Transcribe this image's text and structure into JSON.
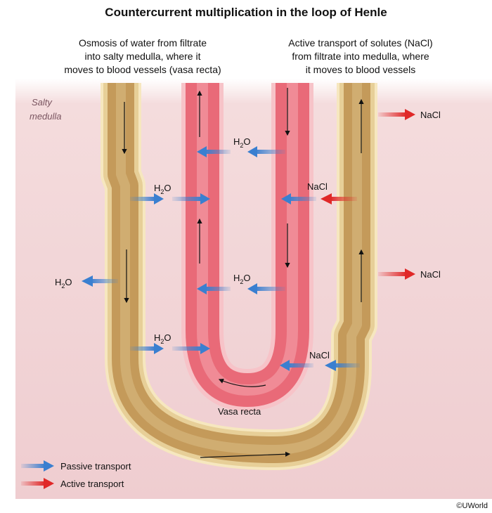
{
  "title": "Countercurrent multiplication in the loop of Henle",
  "caption_left": [
    "Osmosis of water from filtrate",
    "into salty medulla, where it",
    "moves to blood vessels (vasa recta)"
  ],
  "caption_right": [
    "Active transport of solutes (NaCl)",
    "from filtrate into medulla, where",
    "it moves to blood vessels"
  ],
  "region_label": [
    "Salty",
    "medulla"
  ],
  "water_label": "H",
  "water_subscript": "2",
  "water_suffix": "O",
  "salt_label": "NaCl",
  "vessel_label": "Vasa recta",
  "legend": {
    "passive": "Passive transport",
    "active": "Active transport"
  },
  "colors": {
    "passive": "#3a7fd0",
    "active": "#e02828",
    "tubule_fill": "#c8a468",
    "tubule_wall": "#f6e7bf",
    "vessel_fill": "#e96a78",
    "vessel_wall": "#f7c3c8",
    "medulla": "#f1d3d5"
  },
  "copyright": "©UWorld"
}
